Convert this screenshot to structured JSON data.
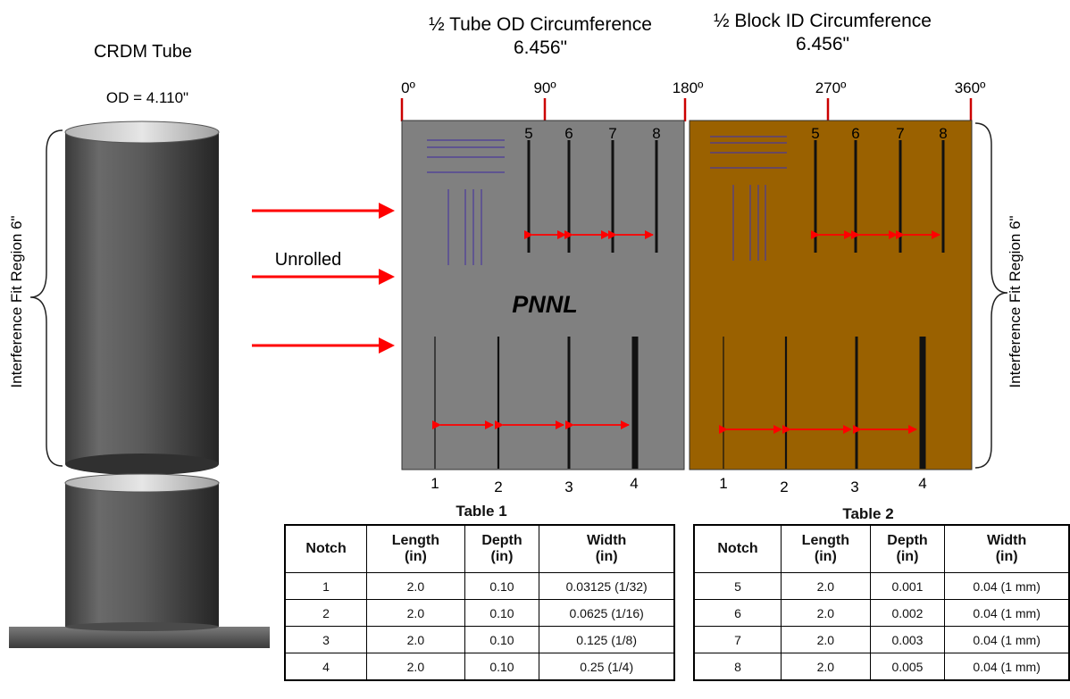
{
  "tube": {
    "title": "CRDM Tube",
    "od_label": "OD = 4.110\"",
    "region_label": "Interference Fit Region 6\""
  },
  "unrolled_label": "Unrolled",
  "panels": {
    "left": {
      "header": "½ Tube OD Circumference",
      "value": "6.456\"",
      "logo": "PNNL",
      "color": "#808080"
    },
    "right": {
      "header": "½ Block ID Circumference",
      "value": "6.456\"",
      "color": "#9a6100"
    },
    "right_region_label": "Interference Fit Region 6\""
  },
  "angles": [
    "0º",
    "90º",
    "180º",
    "270º",
    "360º"
  ],
  "notch_numbers": {
    "top": [
      "5",
      "6",
      "7",
      "8"
    ],
    "bottom": [
      "1",
      "2",
      "3",
      "4"
    ]
  },
  "colors": {
    "arrow": "#ff0000",
    "tick": "#cc0000",
    "line_marks": "#4a3a9a"
  },
  "table1": {
    "caption": "Table 1",
    "headers": [
      "Notch",
      "Length\n(in)",
      "Depth\n(in)",
      "Width\n(in)"
    ],
    "rows": [
      [
        "1",
        "2.0",
        "0.10",
        "0.03125 (1/32)"
      ],
      [
        "2",
        "2.0",
        "0.10",
        "0.0625 (1/16)"
      ],
      [
        "3",
        "2.0",
        "0.10",
        "0.125 (1/8)"
      ],
      [
        "4",
        "2.0",
        "0.10",
        "0.25 (1/4)"
      ]
    ]
  },
  "table2": {
    "caption": "Table 2",
    "headers": [
      "Notch",
      "Length\n(in)",
      "Depth\n(in)",
      "Width\n(in)"
    ],
    "rows": [
      [
        "5",
        "2.0",
        "0.001",
        "0.04 (1 mm)"
      ],
      [
        "6",
        "2.0",
        "0.002",
        "0.04 (1 mm)"
      ],
      [
        "7",
        "2.0",
        "0.003",
        "0.04 (1 mm)"
      ],
      [
        "8",
        "2.0",
        "0.005",
        "0.04 (1 mm)"
      ]
    ]
  }
}
